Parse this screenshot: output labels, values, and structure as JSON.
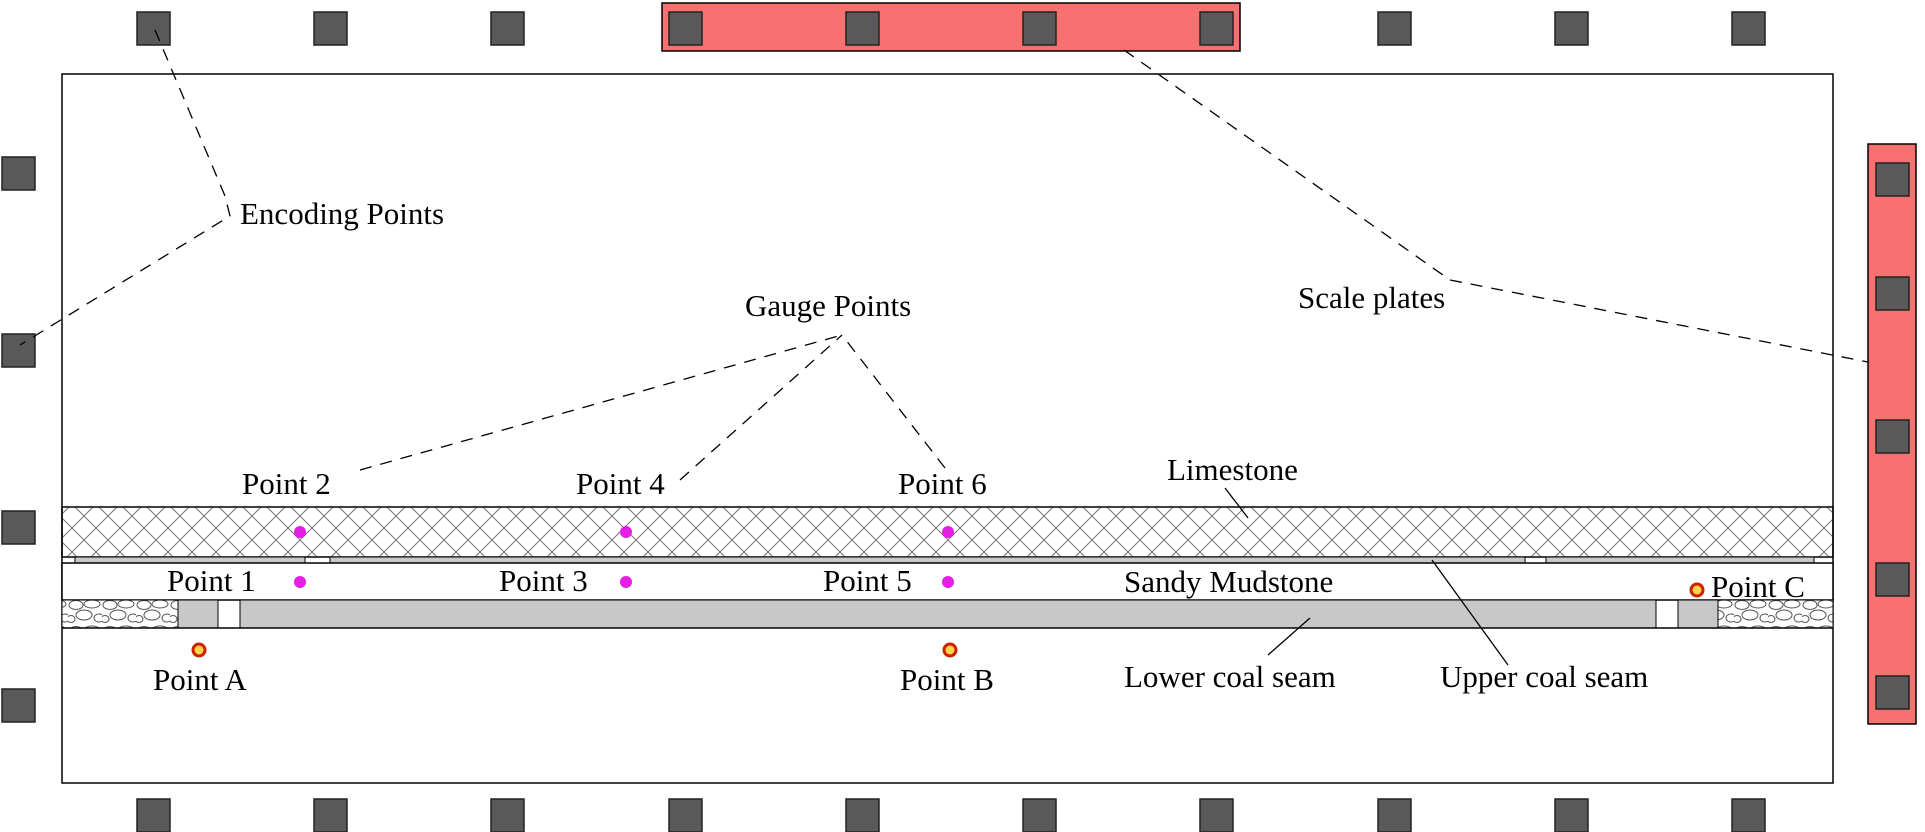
{
  "labels": {
    "encoding_points": "Encoding Points",
    "gauge_points": "Gauge Points",
    "scale_plates": "Scale plates",
    "limestone": "Limestone",
    "sandy_mudstone": "Sandy Mudstone",
    "lower_coal_seam": "Lower coal seam",
    "upper_coal_seam": "Upper coal seam"
  },
  "gauge_points": [
    {
      "id": "point-1",
      "label": "Point 1"
    },
    {
      "id": "point-2",
      "label": "Point 2"
    },
    {
      "id": "point-3",
      "label": "Point 3"
    },
    {
      "id": "point-4",
      "label": "Point 4"
    },
    {
      "id": "point-5",
      "label": "Point 5"
    },
    {
      "id": "point-6",
      "label": "Point 6"
    }
  ],
  "monitor_points": [
    {
      "id": "point-a",
      "label": "Point A"
    },
    {
      "id": "point-b",
      "label": "Point B"
    },
    {
      "id": "point-c",
      "label": "Point C"
    }
  ],
  "colors": {
    "scale_plate": "#f87171",
    "encoding_marker": "#595959",
    "gauge_point": "#e61ee6",
    "monitor_point": "#cc2200",
    "coal_seam": "#c8c8c8",
    "layer_outline": "#000000"
  }
}
